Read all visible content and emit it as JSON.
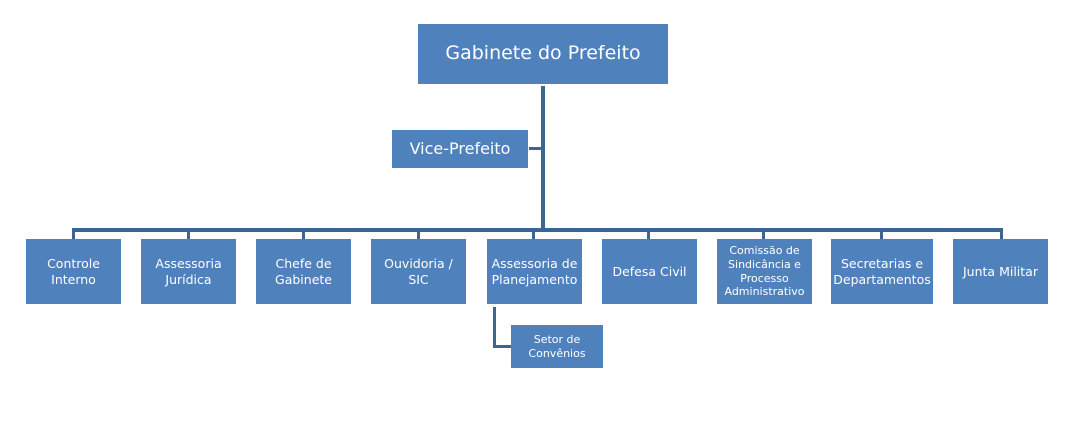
{
  "chart_data": {
    "type": "org-chart",
    "root": "Gabinete do Prefeito",
    "assistant": "Vice-Prefeito",
    "children": [
      {
        "label": "Controle Interno"
      },
      {
        "label": "Assessoria Jurídica"
      },
      {
        "label": "Chefe de Gabinete"
      },
      {
        "label": "Ouvidoria / SIC"
      },
      {
        "label": "Assessoria de Planejamento",
        "children": [
          {
            "label": "Setor de Convênios"
          }
        ]
      },
      {
        "label": "Defesa Civil"
      },
      {
        "label": "Comissão de Sindicância e Processo Administrativo"
      },
      {
        "label": "Secretarias e Departamentos"
      },
      {
        "label": "Junta Militar"
      }
    ]
  },
  "colors": {
    "box": "#4f81bd",
    "connector": "#3d6591",
    "text": "#ffffff"
  }
}
